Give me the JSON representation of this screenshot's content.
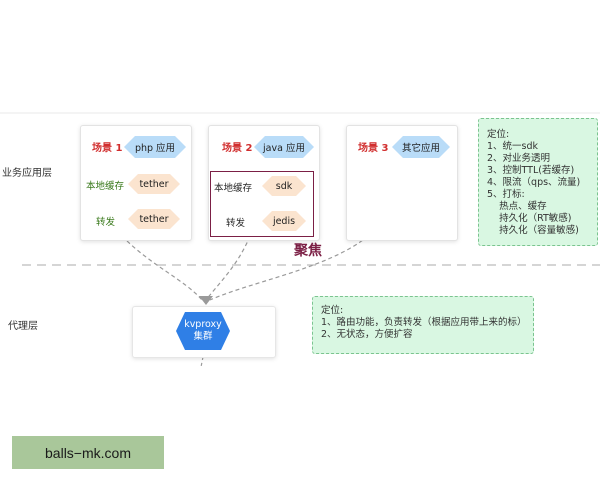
{
  "layers": {
    "business": "业务应用层",
    "proxy": "代理层"
  },
  "scenes": [
    {
      "label": "场景 1",
      "app": "php 应用",
      "rows": [
        {
          "label": "本地缓存",
          "component": "tether"
        },
        {
          "label": "转发",
          "component": "tether"
        }
      ]
    },
    {
      "label": "场景 2",
      "app": "java 应用",
      "rows": [
        {
          "label": "本地缓存",
          "component": "sdk"
        },
        {
          "label": "转发",
          "component": "jedis"
        }
      ]
    },
    {
      "label": "场景 3",
      "app": "其它应用",
      "rows": []
    }
  ],
  "focus_label": "聚焦",
  "business_note": {
    "lines": [
      "定位:",
      "1、统一sdk",
      "2、对业务透明",
      "3、控制TTL(若缓存)",
      "4、限流（qps、流量)",
      "5、打标:",
      "    热点、缓存",
      "    持久化（RT敏感)",
      "    持久化（容量敏感)"
    ]
  },
  "proxy_note": {
    "lines": [
      "定位:",
      "1、路由功能，负责转发（根据应用带上来的标）",
      "2、无状态，方便扩容"
    ]
  },
  "kvproxy": {
    "line1": "kvproxy",
    "line2": "集群"
  },
  "watermark": "balls−mk.com",
  "colors": {
    "scene_label": "#d12e2e",
    "row_label": "#3a7a1c",
    "app_hex": "#b9dcf8",
    "component_hex": "#fbe4cf",
    "focus": "#7b1f45",
    "note_bg": "#d9f7e2",
    "kvproxy": "#2f7fe6",
    "watermark_bg": "#a9c79a"
  }
}
